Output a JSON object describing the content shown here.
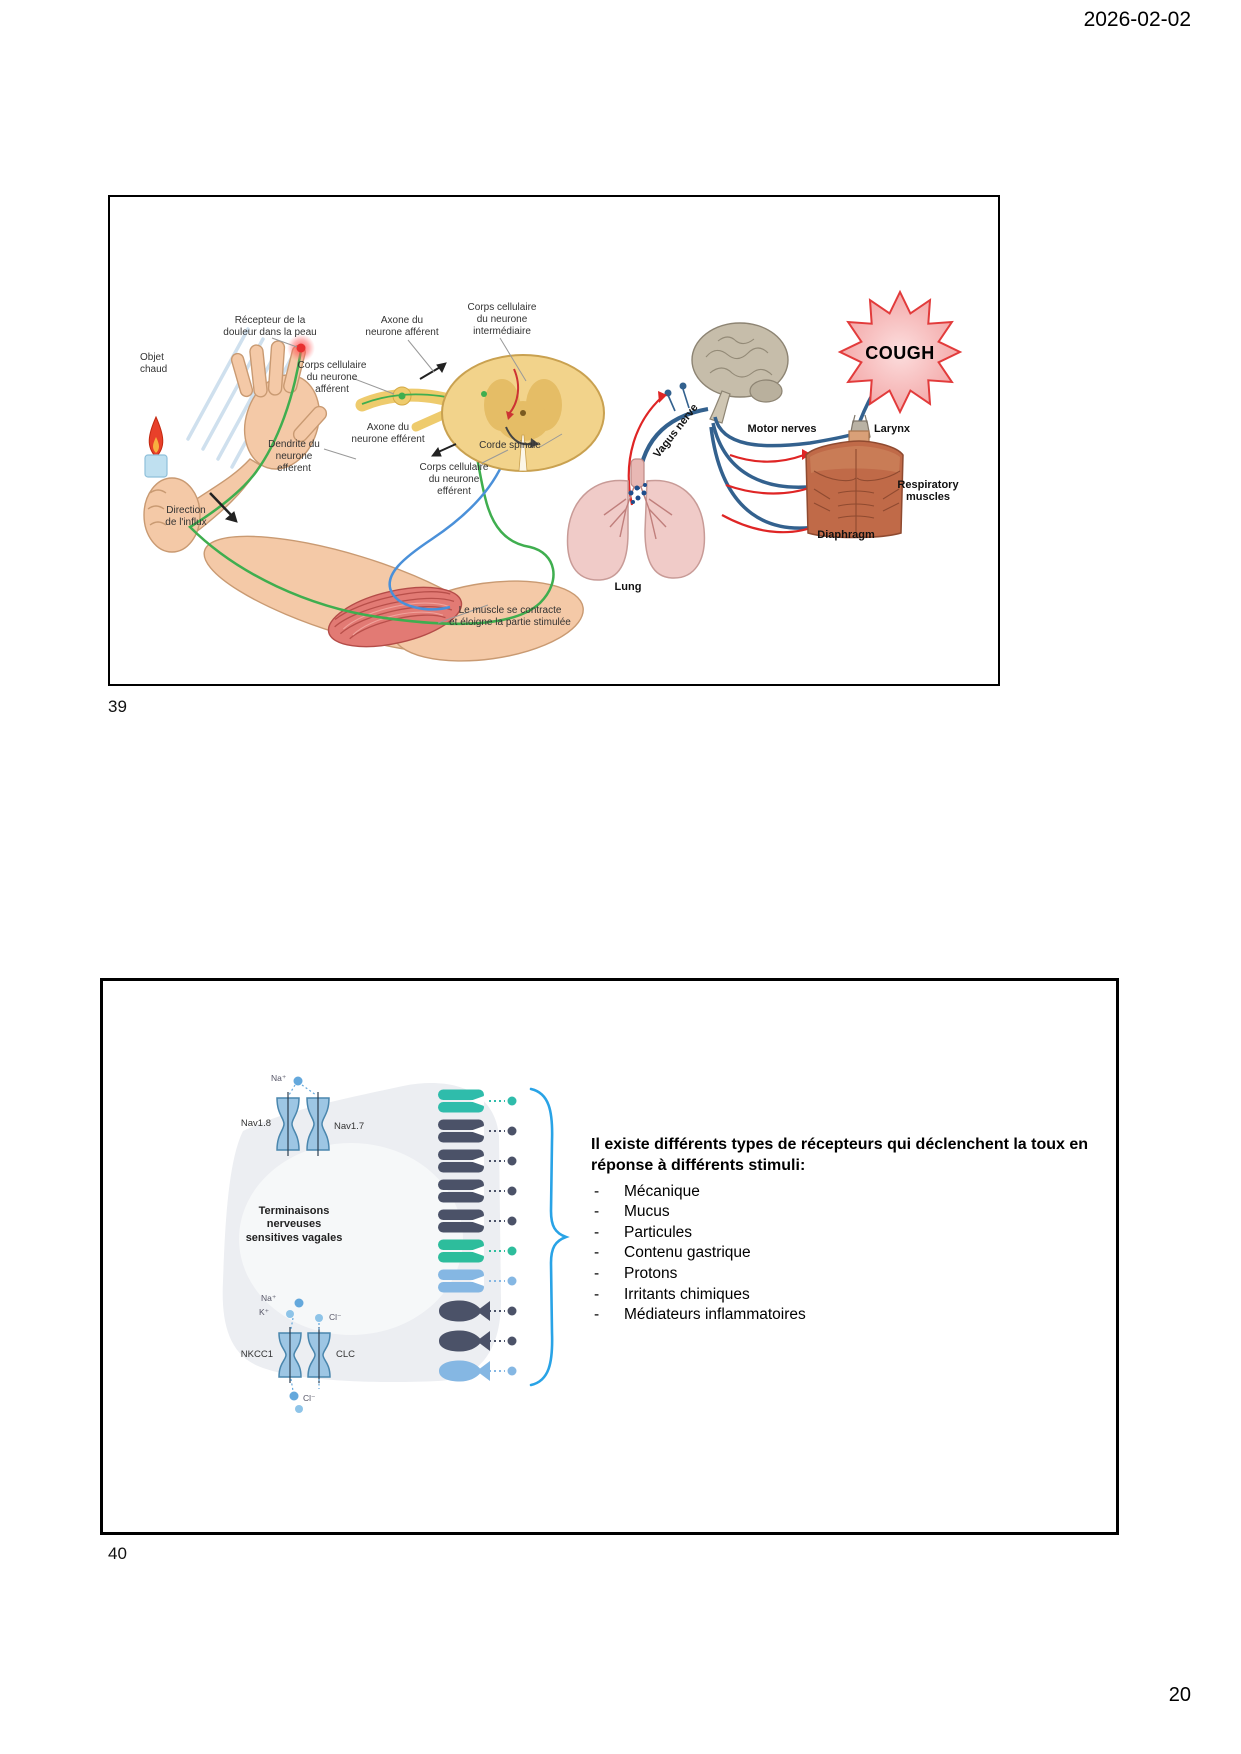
{
  "page": {
    "date": "2026-02-02",
    "page_number": "20"
  },
  "slide39": {
    "number": "39",
    "reflex": {
      "labels": {
        "receptor": "Récepteur de la\ndouleur dans la peau",
        "afferent_axon": "Axone du\nneurone afférent",
        "interneuron_body": "Corps cellulaire\ndu neurone\nintermédiaire",
        "hot_object": "Objet\nchaud",
        "afferent_body": "Corps cellulaire\ndu neurone\nafférent",
        "efferent_dendrite": "Dendrite du\nneurone\nefferent",
        "efferent_axon": "Axone du\nneurone efférent",
        "spinal_cord": "Corde spinale",
        "efferent_body": "Corps cellulaire\ndu neurone\nefférent",
        "impulse_direction": "Direction\nde l'influx",
        "muscle_contracts": "Le muscle se contracte\net éloigne la partie stimulée"
      }
    },
    "cough": {
      "labels": {
        "vagus_nerve": "Vagus nerve",
        "motor_nerves": "Motor nerves",
        "larynx": "Larynx",
        "respiratory_muscles": "Respiratory\nmuscles",
        "diaphragm": "Diaphragm",
        "lung": "Lung",
        "cough": "COUGH"
      },
      "colors": {
        "nerve_blue": "#33618e",
        "arrow_red": "#df2525",
        "starburst_fill": "#f8b9b9",
        "starburst_stroke": "#e23b3b"
      }
    }
  },
  "slide40": {
    "number": "40",
    "figure": {
      "terminal_label": "Terminaisons\nnerveuses\nsensitives vagales",
      "channels": {
        "nav18": "Nav1.8",
        "nav17": "Nav1.7",
        "nkcc1": "NKCC1",
        "clc": "CLC"
      },
      "ions": {
        "na": "Na⁺",
        "k": "K⁺",
        "cl": "Cl⁻"
      },
      "receptors": [
        {
          "type": "channel",
          "color": "#2fbcab"
        },
        {
          "type": "channel",
          "color": "#4b5268"
        },
        {
          "type": "channel",
          "color": "#4b5268"
        },
        {
          "type": "channel",
          "color": "#4b5268"
        },
        {
          "type": "channel",
          "color": "#4b5268"
        },
        {
          "type": "channel",
          "color": "#2dbd9c"
        },
        {
          "type": "channel",
          "color": "#85b7e3"
        },
        {
          "type": "gpcr",
          "color": "#4b5268"
        },
        {
          "type": "gpcr",
          "color": "#4b5268"
        },
        {
          "type": "gpcr",
          "color": "#85b7e3"
        }
      ],
      "brace_color": "#29a3e6"
    },
    "text": {
      "intro": "Il existe différents types de récepteurs qui déclenchent la toux en\nréponse à différents stimuli:",
      "bullet": "-",
      "items": [
        "Mécanique",
        "Mucus",
        "Particules",
        "Contenu gastrique",
        "Protons",
        "Irritants chimiques",
        "Médiateurs inflammatoires"
      ]
    }
  }
}
